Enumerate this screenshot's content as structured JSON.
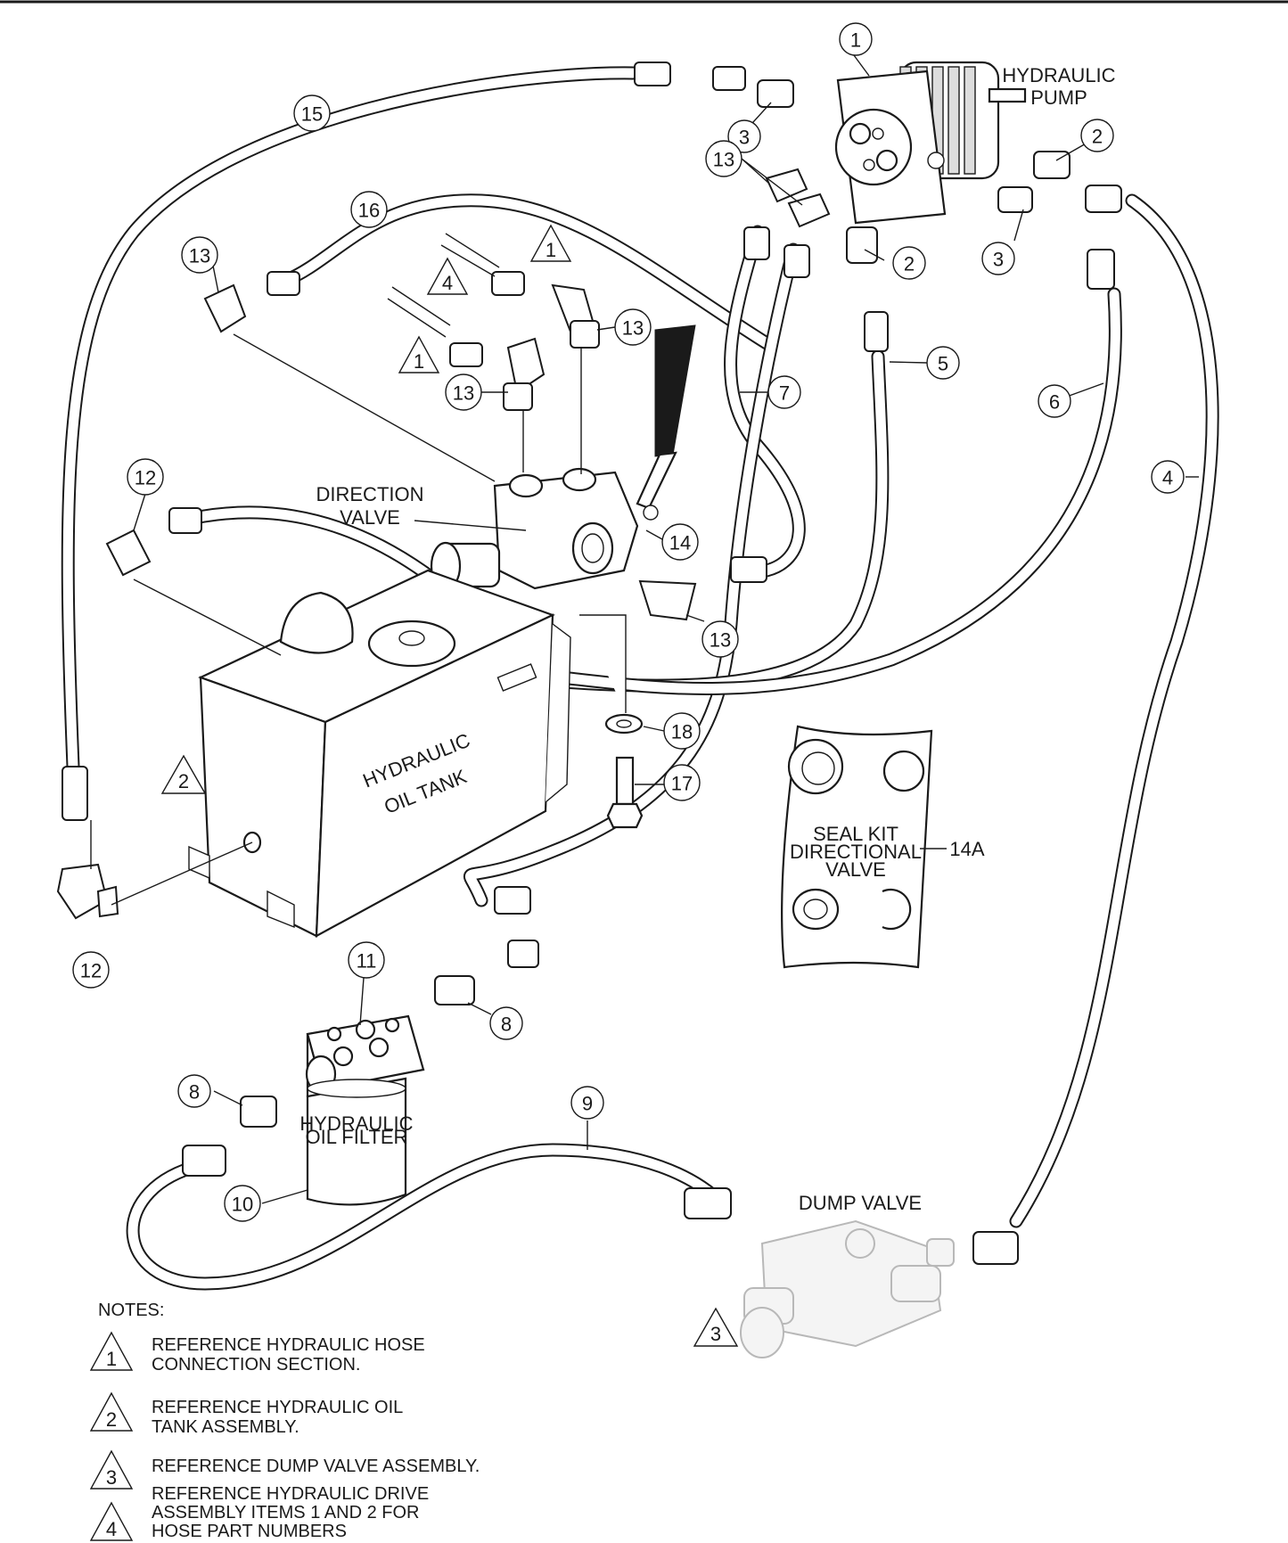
{
  "labels": {
    "hydraulic_pump": [
      "HYDRAULIC",
      "PUMP"
    ],
    "direction_valve": [
      "DIRECTION",
      "VALVE"
    ],
    "hydraulic_oil_tank": [
      "HYDRAULIC",
      "OIL TANK"
    ],
    "seal_kit": [
      "SEAL KIT",
      "DIRECTIONAL",
      "VALVE"
    ],
    "seal_kit_number": "14A",
    "hydraulic_oil_filter": [
      "HYDRAULIC",
      "OIL FILTER"
    ],
    "dump_valve": "DUMP VALVE"
  },
  "callouts": {
    "c1": "1",
    "c2a": "2",
    "c2b": "2",
    "c3a": "3",
    "c3b": "3",
    "c4": "4",
    "c5": "5",
    "c6": "6",
    "c7": "7",
    "c8a": "8",
    "c8b": "8",
    "c9": "9",
    "c10": "10",
    "c11": "11",
    "c12a": "12",
    "c12b": "12",
    "c13a": "13",
    "c13b": "13",
    "c13c": "13",
    "c13d": "13",
    "c13e": "13",
    "c14": "14",
    "c15": "15",
    "c16": "16",
    "c17": "17",
    "c18": "18"
  },
  "reference_triangles": {
    "t1a": "1",
    "t1b": "1",
    "t4": "4",
    "t2": "2",
    "t3": "3"
  },
  "notes": {
    "heading": "NOTES:",
    "items": [
      {
        "ref": "1",
        "lines": [
          "REFERENCE HYDRAULIC HOSE",
          "CONNECTION SECTION."
        ]
      },
      {
        "ref": "2",
        "lines": [
          "REFERENCE HYDRAULIC OIL",
          "TANK ASSEMBLY."
        ]
      },
      {
        "ref": "3",
        "lines": [
          "REFERENCE DUMP VALVE ASSEMBLY."
        ]
      },
      {
        "ref": "4",
        "lines": [
          "REFERENCE HYDRAULIC DRIVE",
          "ASSEMBLY ITEMS 1 AND 2 FOR",
          "HOSE PART NUMBERS"
        ]
      }
    ]
  }
}
